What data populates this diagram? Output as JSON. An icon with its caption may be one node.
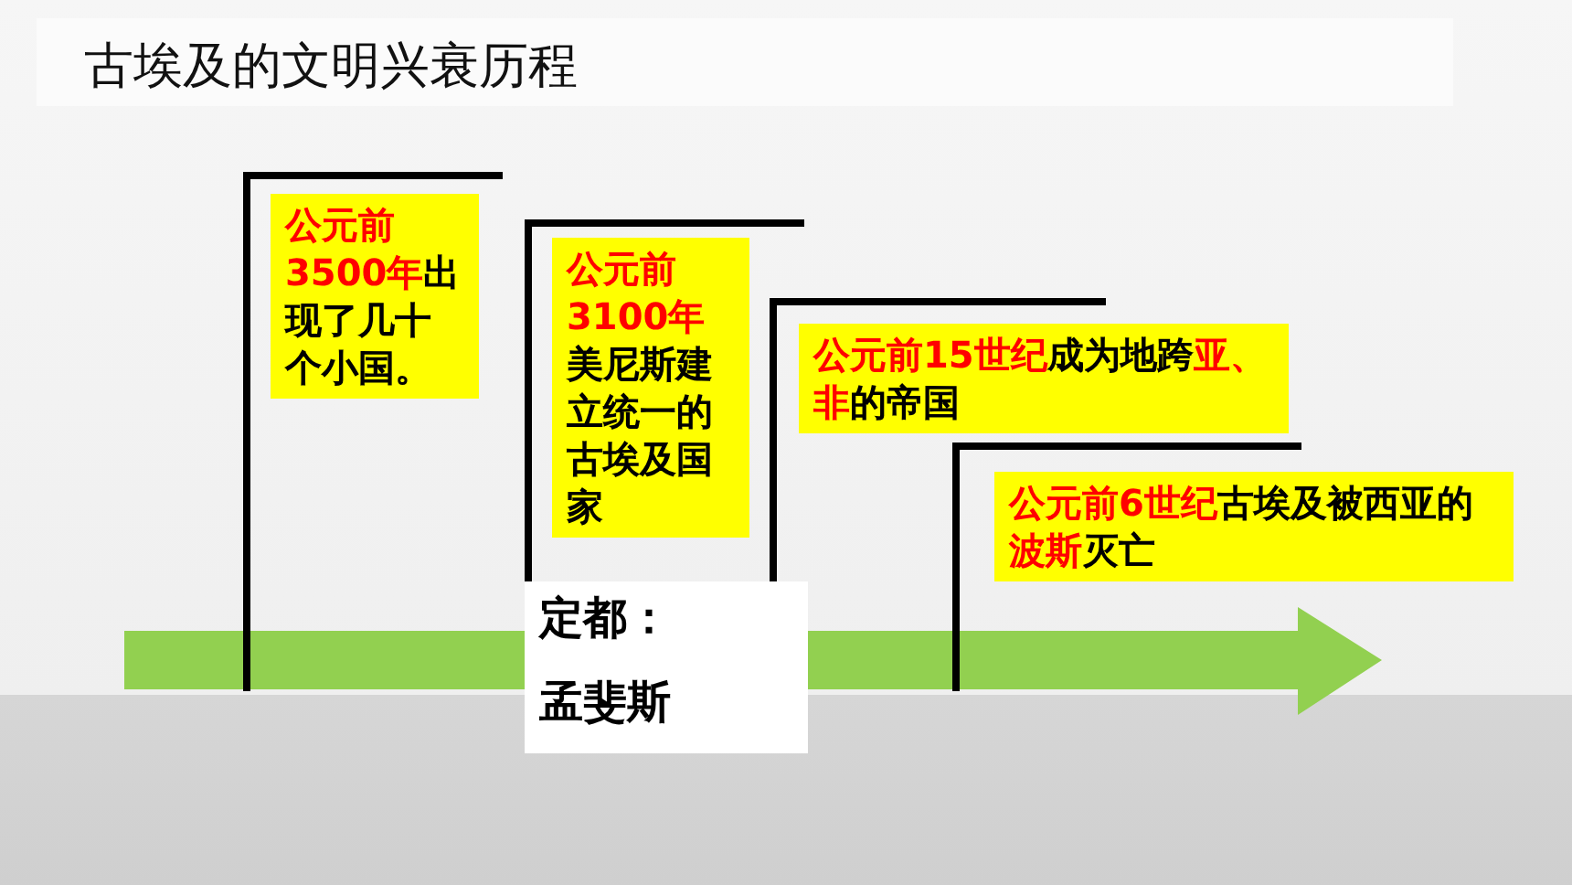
{
  "diagram": {
    "title": "古埃及的文明兴衰历程",
    "nodes": [
      {
        "text": [
          "**公元前3500年**出现了几十个小国。"
        ]
      },
      {
        "text": [
          "**公元前3100年**美尼斯建立统一的古埃及国家"
        ]
      },
      {
        "text": [
          "**公元前15世纪**成为地跨**亚、非**的帝国"
        ]
      },
      {
        "text": [
          "**公元前6世纪**古埃及被西亚的**波斯**灭亡"
        ]
      },
      {
        "text": [
          "定都：",
          "孟斐斯"
        ]
      }
    ]
  }
}
